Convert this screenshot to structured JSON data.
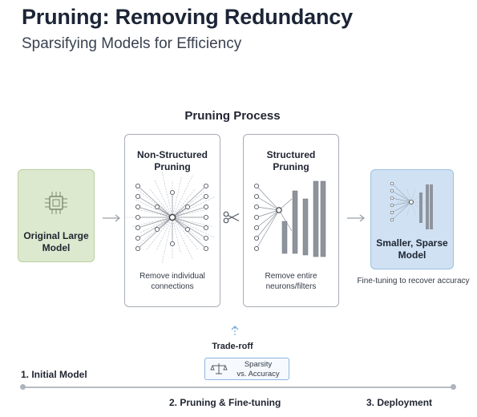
{
  "header": {
    "title": "Pruning: Removing Redundancy",
    "subtitle": "Sparsifying Models for Efficiency"
  },
  "process": {
    "heading": "Pruning Process",
    "original": {
      "label_line1": "Original Large",
      "label_line2": "Model"
    },
    "non_structured": {
      "title_line1": "Non-Structured",
      "title_line2": "Pruning",
      "desc_line1": "Remove individual",
      "desc_line2": "connections"
    },
    "structured": {
      "title_line1": "Structured",
      "title_line2": "Pruning",
      "desc_line1": "Remove entire",
      "desc_line2": "neurons/filters"
    },
    "sparse": {
      "label_line1": "Smaller, Sparse",
      "label_line2": "Model",
      "caption": "Fine-tuning to recover accuracy"
    }
  },
  "tradeoff": {
    "label": "Trade-roff",
    "badge_line1": "Sparsity",
    "badge_line2": "vs. Accuracy"
  },
  "timeline": {
    "stage1": "1. Initial Model",
    "stage2": "2. Pruning & Fine-tuning",
    "stage3": "3. Deployment"
  },
  "colors": {
    "original_fill": "#dde9cf",
    "sparse_fill": "#cfe1f3",
    "bar_gray": "#8f949c",
    "line_gray": "#b7bcc4"
  },
  "icons": [
    "chip-icon",
    "scissors-icon",
    "scale-icon",
    "up-arrow-icon"
  ]
}
